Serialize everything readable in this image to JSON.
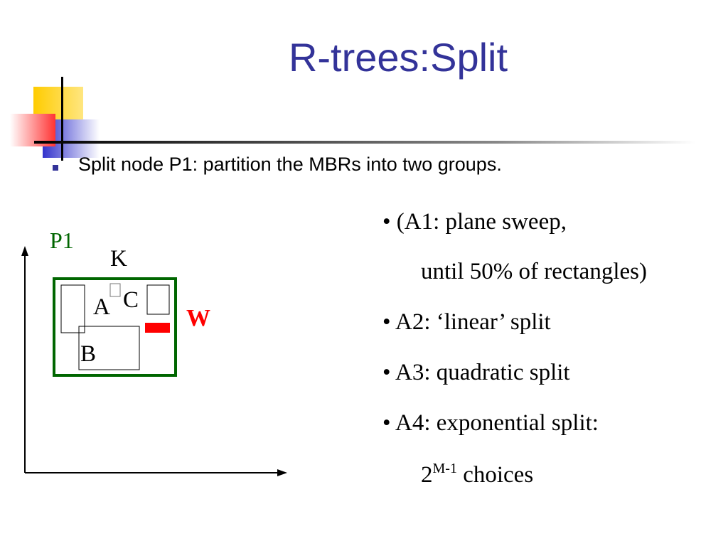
{
  "slide": {
    "title": "R-trees:Split",
    "bullet": "Split node P1: partition the MBRs into two groups."
  },
  "diagram": {
    "node_label": "P1",
    "labels": {
      "k": "K",
      "a": "A",
      "c": "C",
      "b": "B",
      "w": "W"
    }
  },
  "methods": {
    "a1_line1": "• (A1: plane sweep,",
    "a1_line2": "until 50% of rectangles)",
    "a2": "• A2: ‘linear’ split",
    "a3": "• A3: quadratic split",
    "a4": "• A4: exponential split:",
    "choices_base": "2",
    "choices_exp": "M-1",
    "choices_word": " choices"
  },
  "colors": {
    "title": "#333399",
    "node_border": "#006600",
    "node_label": "#006600",
    "new_rect": "#ff0000",
    "deco_yellow": "#ffcc00",
    "deco_blue": "#3333cc",
    "deco_red": "#ff3333"
  }
}
